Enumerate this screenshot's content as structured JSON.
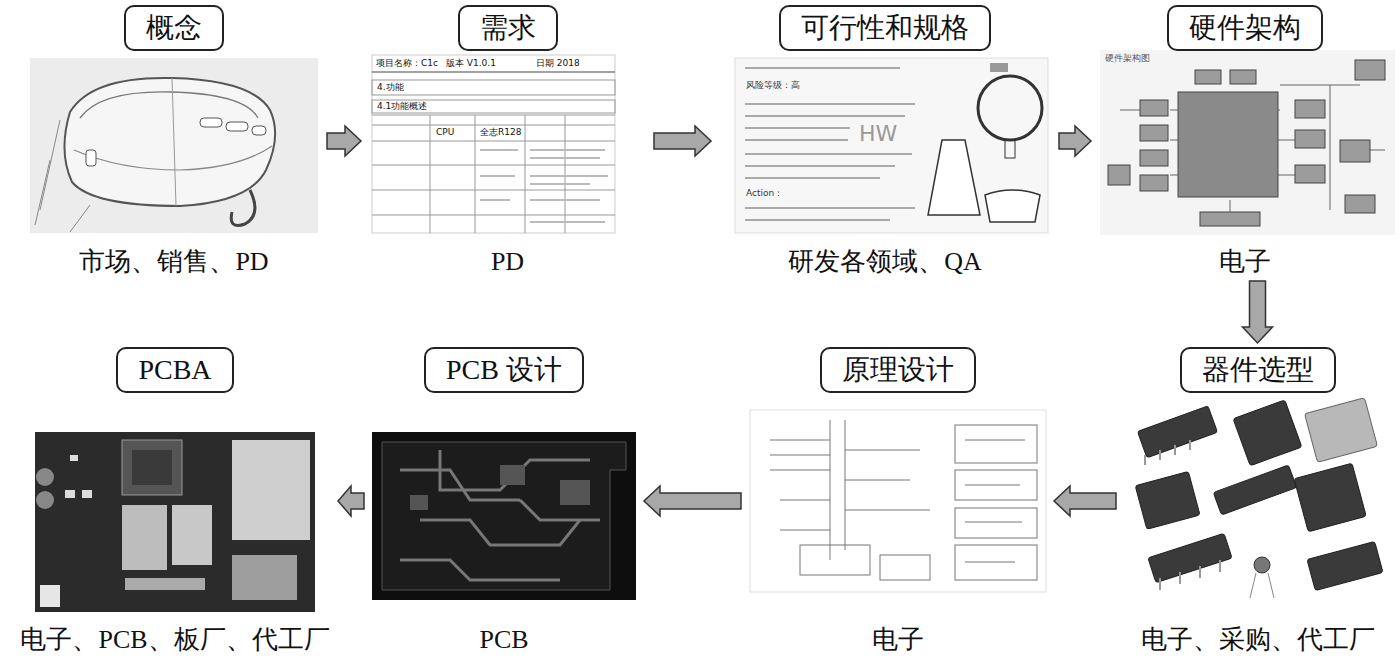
{
  "diagram": {
    "nodes": [
      {
        "text": [
          "概念",
          "市场、销售、PD"
        ]
      },
      {
        "text": [
          "需求",
          "PD"
        ]
      },
      {
        "text": [
          "可行性和规格",
          "研发各领域、QA"
        ]
      },
      {
        "text": [
          "硬件架构",
          "电子"
        ]
      },
      {
        "text": [
          "器件选型",
          "电子、采购、代工厂"
        ]
      },
      {
        "text": [
          "原理设计",
          "电子"
        ]
      },
      {
        "text": [
          "PCB 设计",
          "PCB"
        ]
      },
      {
        "text": [
          "PCBA",
          "电子、PCB、板厂、代工厂"
        ]
      }
    ],
    "edges": [
      {
        "from": 0,
        "to": 1,
        "arrow": "to"
      },
      {
        "from": 1,
        "to": 2,
        "arrow": "to"
      },
      {
        "from": 2,
        "to": 3,
        "arrow": "to"
      },
      {
        "from": 3,
        "to": 4,
        "arrow": "to"
      },
      {
        "from": 4,
        "to": 5,
        "arrow": "to"
      },
      {
        "from": 5,
        "to": 6,
        "arrow": "to"
      },
      {
        "from": 6,
        "to": 7,
        "arrow": "to"
      }
    ],
    "labels": [
      "项目名称：C1c",
      "版本 V1.0.1",
      "日期 2018",
      "4.功能",
      "4.1功能概述",
      "CPU",
      "全志R128",
      "风险等级：高",
      "Action：",
      "HW",
      "硬件架构图"
    ]
  }
}
